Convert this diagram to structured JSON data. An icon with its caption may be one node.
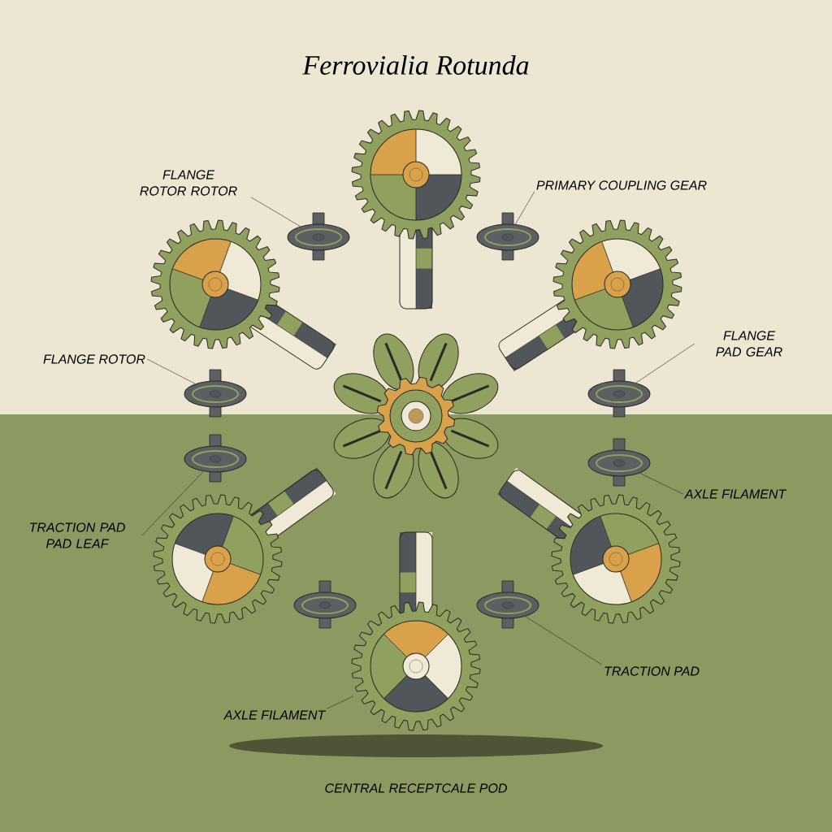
{
  "diagram": {
    "title": "Ferrovialia Rotunda",
    "nodes": [
      {
        "text": [
          "FLANGE ROTOR ROTOR"
        ]
      },
      {
        "text": [
          "PRIMARY COUPLING GEAR"
        ]
      },
      {
        "text": [
          "FLANGE ROTOR"
        ]
      },
      {
        "text": [
          "FLANGE PAD GEAR"
        ]
      },
      {
        "text": [
          "AXLE FILAMENT"
        ]
      },
      {
        "text": [
          "TRACTION PAD PAD LEAF"
        ]
      },
      {
        "text": [
          "TRACTION PAD"
        ]
      },
      {
        "text": [
          "AXLE FILAMENT"
        ]
      },
      {
        "text": [],
        "shape": "wheel"
      },
      {
        "text": [],
        "shape": "wheel"
      },
      {
        "text": [],
        "shape": "wheel"
      },
      {
        "text": [],
        "shape": "wheel"
      },
      {
        "text": [],
        "shape": "wheel"
      },
      {
        "text": [],
        "shape": "wheel"
      },
      {
        "text": [],
        "shape": "wheel"
      },
      {
        "text": [],
        "shape": "wheel"
      },
      {
        "text": [],
        "shape": "gear"
      }
    ],
    "edges": [
      {
        "from": 0,
        "to": 8,
        "arrow": "none"
      },
      {
        "from": 1,
        "to": 9,
        "arrow": "none"
      },
      {
        "from": 2,
        "to": 10,
        "arrow": "none"
      },
      {
        "from": 3,
        "to": 11,
        "arrow": "none"
      },
      {
        "from": 4,
        "to": 13,
        "arrow": "none"
      },
      {
        "from": 5,
        "to": 12,
        "arrow": "none"
      },
      {
        "from": 6,
        "to": 15,
        "arrow": "none"
      },
      {
        "from": 7,
        "to": 16,
        "arrow": "none"
      }
    ],
    "labels": [
      "CENTRAL RECEPTCALE POD"
    ]
  }
}
